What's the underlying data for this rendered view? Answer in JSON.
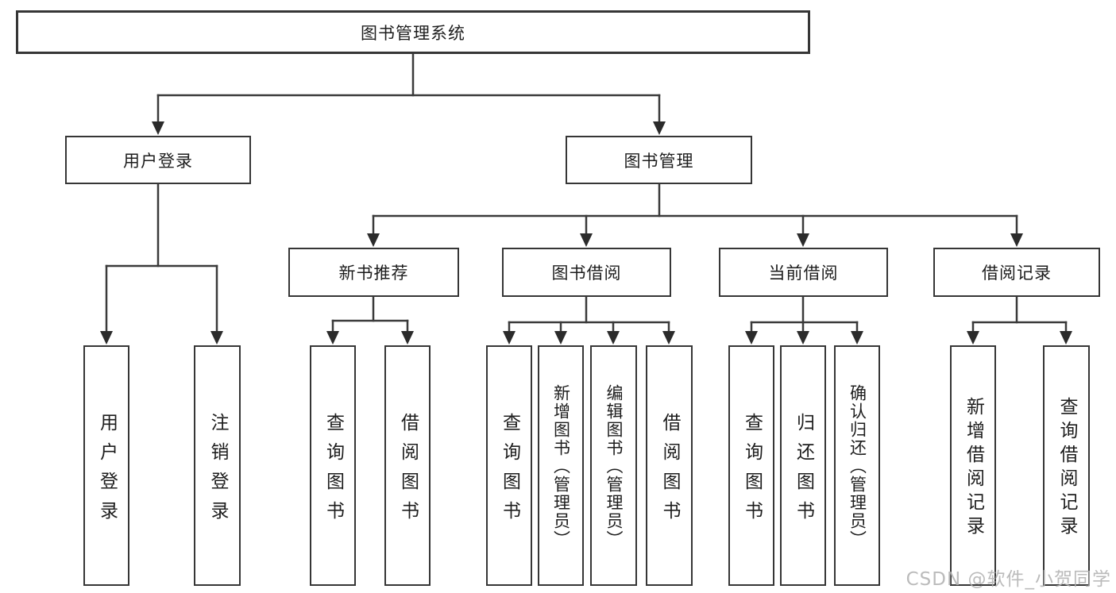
{
  "tree": {
    "root": {
      "label": "图书管理系统"
    },
    "level2": [
      {
        "label": "用户登录",
        "children": [
          {
            "label": "用户登录"
          },
          {
            "label": "注销登录"
          }
        ]
      },
      {
        "label": "图书管理",
        "children": [
          {
            "label": "新书推荐",
            "children": [
              {
                "label": "查询图书"
              },
              {
                "label": "借阅图书"
              }
            ]
          },
          {
            "label": "图书借阅",
            "children": [
              {
                "label": "查询图书"
              },
              {
                "label": "新增图书（管理员）"
              },
              {
                "label": "编辑图书（管理员）"
              },
              {
                "label": "借阅图书"
              }
            ]
          },
          {
            "label": "当前借阅",
            "children": [
              {
                "label": "查询图书"
              },
              {
                "label": "归还图书"
              },
              {
                "label": "确认归还（管理员）"
              }
            ]
          },
          {
            "label": "借阅记录",
            "children": [
              {
                "label": "新增借阅记录"
              },
              {
                "label": "查询借阅记录"
              }
            ]
          }
        ]
      }
    ]
  },
  "watermark": {
    "text": "CSDN @软件_小贺同学"
  }
}
